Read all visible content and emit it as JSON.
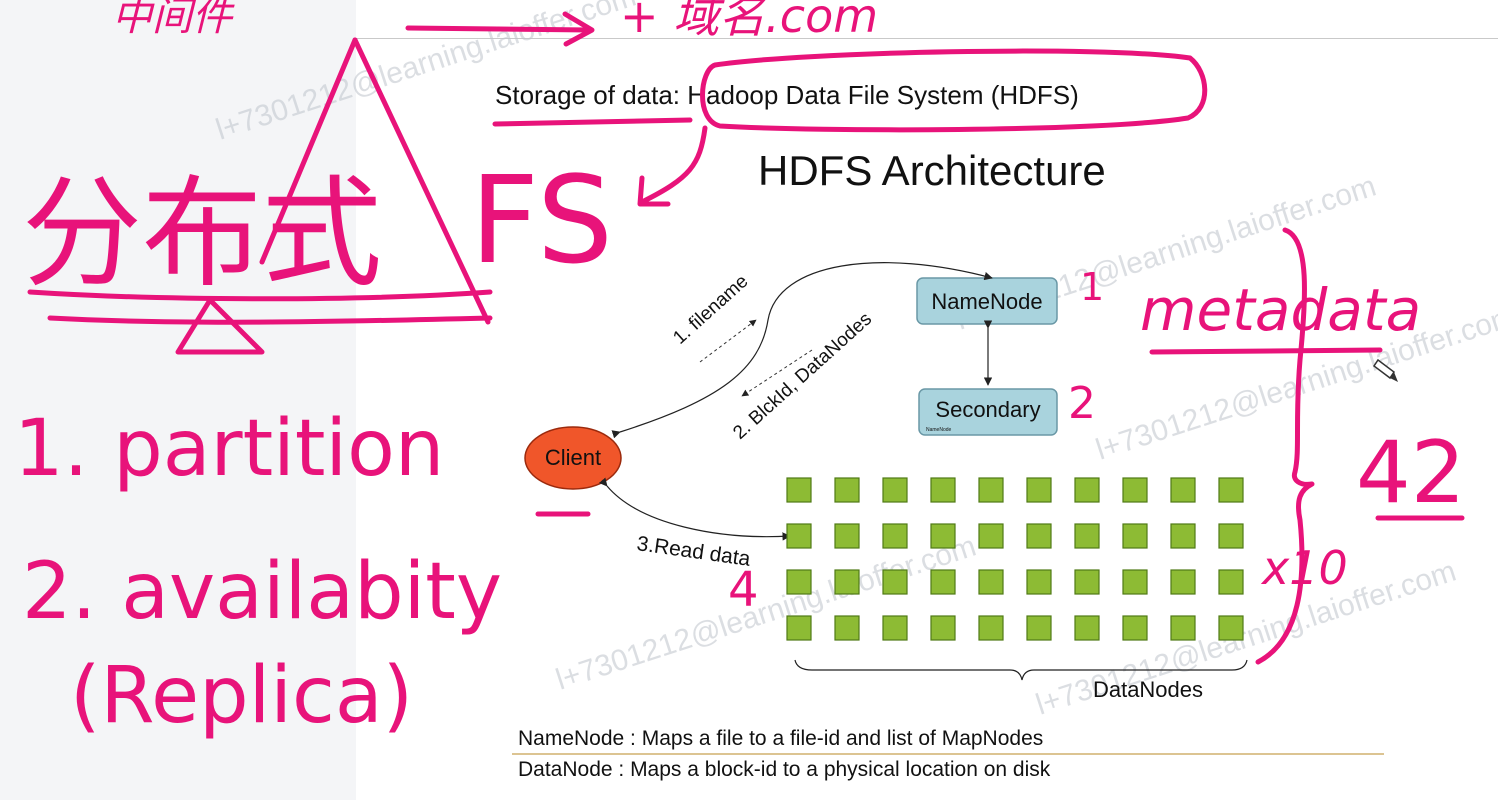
{
  "slide": {
    "storage_title": "Storage of data: Hadoop Data File System (HDFS)",
    "heading": "HDFS Architecture",
    "namenode_label": "NameNode",
    "secondary_label": "Secondary",
    "secondary_sublabel": "NameNode",
    "client_label": "Client",
    "arrow_filename": "1. filename",
    "arrow_blockid": "2. BlckId, DataNodes",
    "arrow_read": "3.Read data",
    "datanodes_label": "DataNodes",
    "def_namenode": "NameNode : Maps a file to a file-id and list of MapNodes",
    "def_datanode": "DataNode  : Maps a block-id to a physical location on disk"
  },
  "grid": {
    "rows": 4,
    "cols": 10,
    "cell_color": "#8dbb34",
    "cell_border": "#4f7a16"
  },
  "colors": {
    "namenode_fill": "#a9d3dd",
    "client_fill": "#f0562a",
    "ink": "#e8137a"
  },
  "watermark": "l+7301212@learning.laioffer.com",
  "annotations": {
    "top_left": "中间件",
    "top_right": "+ 域名.com",
    "fs_suffix": "FS",
    "chinese_main": "分布式",
    "list_1": "1. partition",
    "list_2": "2. availabity",
    "list_3": "(Replica)",
    "metadata": "metadata",
    "num_namenode": "1",
    "num_secondary": "2",
    "num_read": "4",
    "total": "42",
    "times_ten": "x10"
  }
}
